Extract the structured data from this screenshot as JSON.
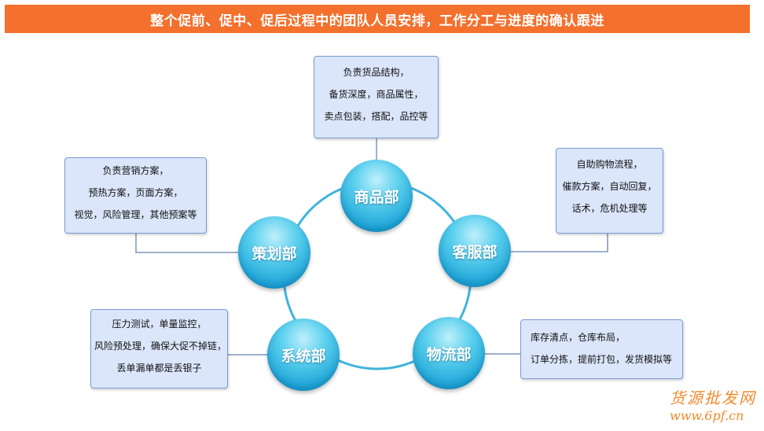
{
  "title": "整个促前、促中、促后过程中的团队人员安排，工作分工与进度的确认跟进",
  "nodes": {
    "product": "商品部",
    "service": "客服部",
    "logistics": "物流部",
    "system": "系统部",
    "planning": "策划部"
  },
  "boxes": {
    "product": [
      "负责货品结构，",
      "备货深度，商品属性，",
      "卖点包装，搭配，品控等"
    ],
    "service": [
      "自助购物流程，",
      "催款方案，自动回复，",
      "话术，危机处理等"
    ],
    "logistics": [
      "库存清点，仓库布局，",
      "订单分拣，提前打包，发货模拟等"
    ],
    "system": [
      "压力测试，单量监控，",
      "风险预处理，确保大促不掉链，",
      "丢单漏单都是丢银子"
    ],
    "planning": [
      "负责营销方案，",
      "预热方案，页面方案，",
      "视觉，风险管理，其他预案等"
    ]
  },
  "watermark": {
    "cn": "货源批发网",
    "url": "www.6pf.cn"
  },
  "colors": {
    "title_bg": "#f4702d",
    "node": "#1fa6d8",
    "box_bg": "#dbe6fb",
    "box_border": "#7a9bd6",
    "ring": "#3fb4dc",
    "watermark": "#f28a2e"
  }
}
